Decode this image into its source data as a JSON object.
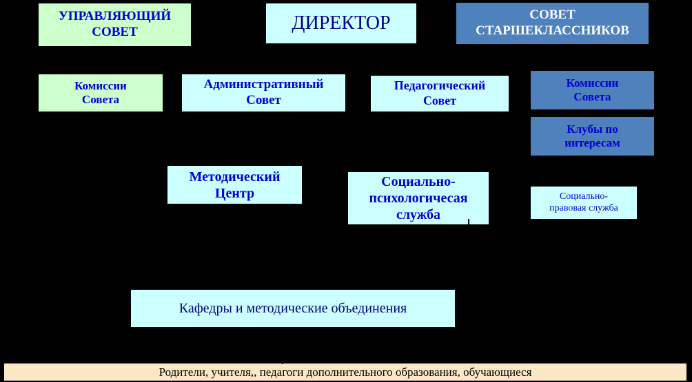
{
  "diagram": {
    "boxes": {
      "upravlyayushchiy_sovet": "УПРАВЛЯЮЩИЙ\nСОВЕТ",
      "direktor": "ДИРЕКТОР",
      "sovet_starsheklassnikov": "СОВЕТ\nСТАРШЕКЛАССНИКОВ",
      "komissii_soveta_left": "Комиссии\nСовета",
      "administrativny_sovet": "Административный\nСовет",
      "pedagogichesky_sovet": "Педагогический\nСовет",
      "komissii_soveta_right": "Комиссии\nСовета",
      "kluby_po_interesam": "Клубы по\nинтересам",
      "metodichesky_centr": "Методический\nЦентр",
      "socialno_psihologicheskaya_sluzhba": "Социально-\nпсихологичесая\nслужба",
      "socialno_pravovaya_sluzhba": "Социально-\nправовая служба",
      "kafedry": "Кафедры и методические  объединения"
    },
    "footer": "Родители, учителя,, педагоги дополнительного образования, обучающиеся"
  },
  "colors": {
    "background": "#000000",
    "green_box": "#ccffcc",
    "cyan_box": "#ccffff",
    "blue_box": "#4f81bd",
    "footer_bar": "#fbe7c6"
  }
}
